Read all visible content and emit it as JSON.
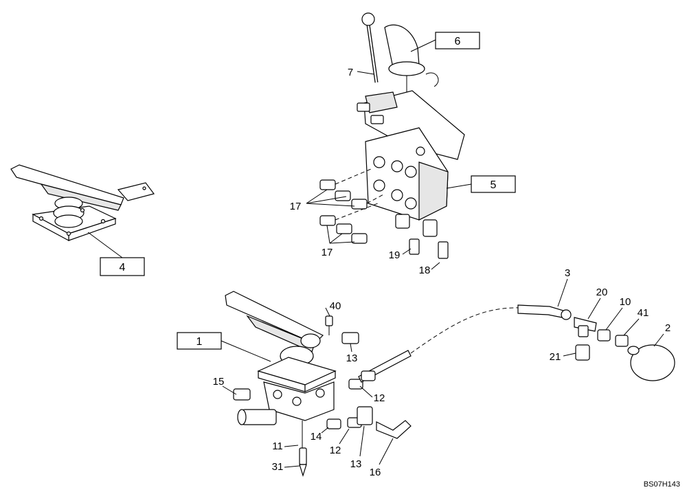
{
  "diagram": {
    "drawing_code": "BS07H143",
    "callouts": {
      "c1": "1",
      "c2": "2",
      "c3": "3",
      "c4": "4",
      "c5": "5",
      "c6": "6",
      "c7": "7",
      "c10": "10",
      "c11": "11",
      "c12a": "12",
      "c12b": "12",
      "c13a": "13",
      "c13b": "13",
      "c14": "14",
      "c15": "15",
      "c16": "16",
      "c17a": "17",
      "c17b": "17",
      "c18": "18",
      "c19": "19",
      "c20": "20",
      "c21": "21",
      "c31": "31",
      "c40": "40",
      "c41": "41"
    },
    "colors": {
      "ink": "#000000",
      "paper": "#ffffff",
      "shade": "#e6e6e6"
    }
  }
}
